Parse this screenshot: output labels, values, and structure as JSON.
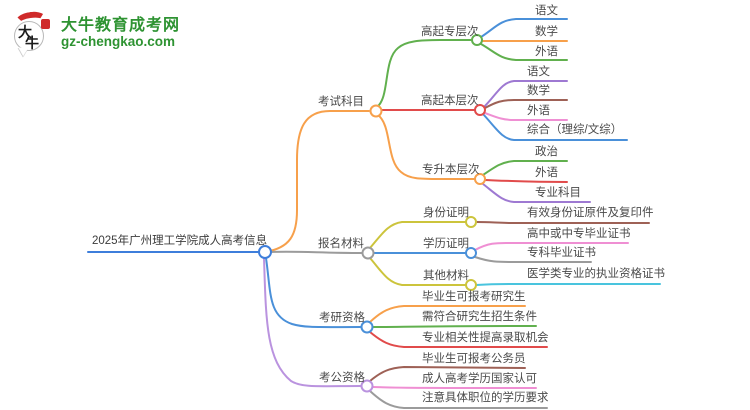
{
  "logo": {
    "title": "大牛教育成考网",
    "domain": "gz-chengkao.com",
    "icon_char1": "大",
    "icon_char2": "牛"
  },
  "colors": {
    "logo_green": "#2E9332",
    "logo_red": "#CF2A2A",
    "center_blue": "#3E7EDB",
    "orange": "#F7A04B",
    "gray": "#9B9B9B",
    "blue": "#4A90D9",
    "purple": "#9E79D2",
    "light_purple": "#BA93DF",
    "green": "#61B04E",
    "red": "#E14B4B",
    "yellow": "#CCC43C",
    "brown": "#9E6156",
    "pink": "#EF8FD3",
    "cyan": "#49C4DE",
    "text": "#4A4A4A"
  },
  "map": {
    "root": "2025年广州理工学院成人高考信息",
    "branches": [
      {
        "label": "考试科目",
        "children": [
          {
            "label": "高起专层次",
            "children": [
              "语文",
              "数学",
              "外语"
            ]
          },
          {
            "label": "高起本层次",
            "children": [
              "语文",
              "数学",
              "外语",
              "综合（理综/文综）"
            ]
          },
          {
            "label": "专升本层次",
            "children": [
              "政治",
              "外语",
              "专业科目"
            ]
          }
        ]
      },
      {
        "label": "报名材料",
        "children": [
          {
            "label": "身份证明",
            "children": [
              "有效身份证原件及复印件"
            ]
          },
          {
            "label": "学历证明",
            "children": [
              "高中或中专毕业证书",
              "专科毕业证书"
            ]
          },
          {
            "label": "其他材料",
            "children": [
              "医学类专业的执业资格证书"
            ]
          }
        ]
      },
      {
        "label": "考研资格",
        "children": [
          "毕业生可报考研究生",
          "需符合研究生招生条件",
          "专业相关性提高录取机会"
        ]
      },
      {
        "label": "考公资格",
        "children": [
          "毕业生可报考公务员",
          "成人高考学历国家认可",
          "注意具体职位的学历要求"
        ]
      }
    ]
  }
}
